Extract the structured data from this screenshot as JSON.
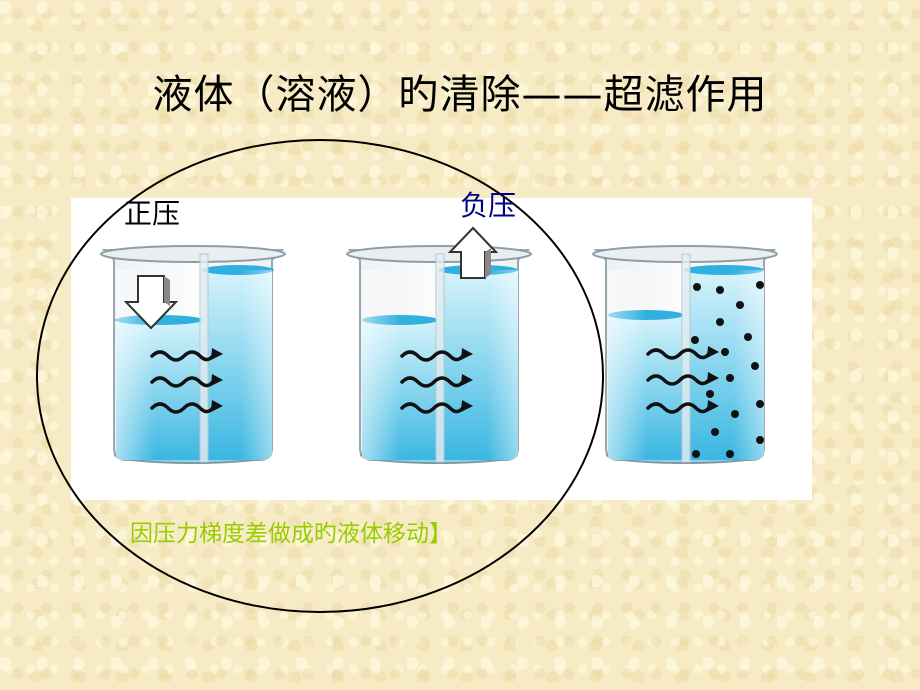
{
  "title": "液体（溶液）旳清除——超滤作用",
  "labels": {
    "positive_pressure": "正压",
    "negative_pressure": "负压"
  },
  "caption": "因压力梯度差做成旳液体移动】",
  "colors": {
    "water": "#6fd0ee",
    "water_deep": "#35b4e0",
    "caption": "#99cc00",
    "negative_label": "#000080"
  },
  "icons": {
    "down_arrow": "down-arrow-icon",
    "up_arrow": "up-arrow-icon",
    "flow_arrows": "wavy-arrow-icon",
    "particles": "solute-particle"
  }
}
